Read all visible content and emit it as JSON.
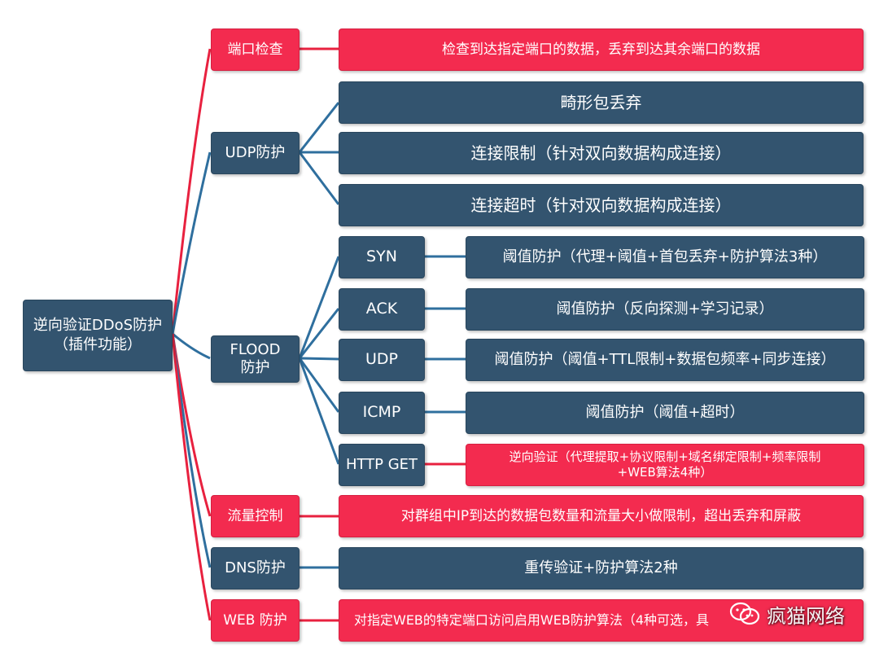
{
  "root": {
    "line1": "逆向验证DDoS防护",
    "line2": "（插件功能）"
  },
  "port_check": {
    "label": "端口检查",
    "detail": "检查到达指定端口的数据，丢弃到达其余端口的数据"
  },
  "udp_protect": {
    "label": "UDP防护",
    "items": [
      "畸形包丢弃",
      "连接限制（针对双向数据构成连接）",
      "连接超时（针对双向数据构成连接）"
    ]
  },
  "flood_protect": {
    "line1": "FLOOD",
    "line2": "防护",
    "items": [
      {
        "label": "SYN",
        "detail": "阈值防护（代理+阈值+首包丢弃+防护算法3种）"
      },
      {
        "label": "ACK",
        "detail": "阈值防护（反向探测+学习记录）"
      },
      {
        "label": "UDP",
        "detail": "阈值防护（阈值+TTL限制+数据包频率+同步连接）"
      },
      {
        "label": "ICMP",
        "detail": "阈值防护（阈值+超时）"
      },
      {
        "label": "HTTP GET",
        "detail_line1": "逆向验证（代理提取+协议限制+域名绑定限制+频率限制",
        "detail_line2": "+WEB算法4种）"
      }
    ]
  },
  "traffic_control": {
    "label": "流量控制",
    "detail": "对群组中IP到达的数据包数量和流量大小做限制，超出丢弃和屏蔽"
  },
  "dns_protect": {
    "label": "DNS防护",
    "detail": "重传验证+防护算法2种"
  },
  "web_protect": {
    "label": "WEB 防护",
    "detail": "对指定WEB的特定端口访问启用WEB防护算法（4种可选，具"
  },
  "watermark": {
    "text": "疯猫网络",
    "icon": "wechat-icon"
  },
  "colors": {
    "blue": "#33546f",
    "red": "#f32b4f",
    "blue_line": "#2f6f9e",
    "red_line": "#e8213f"
  }
}
